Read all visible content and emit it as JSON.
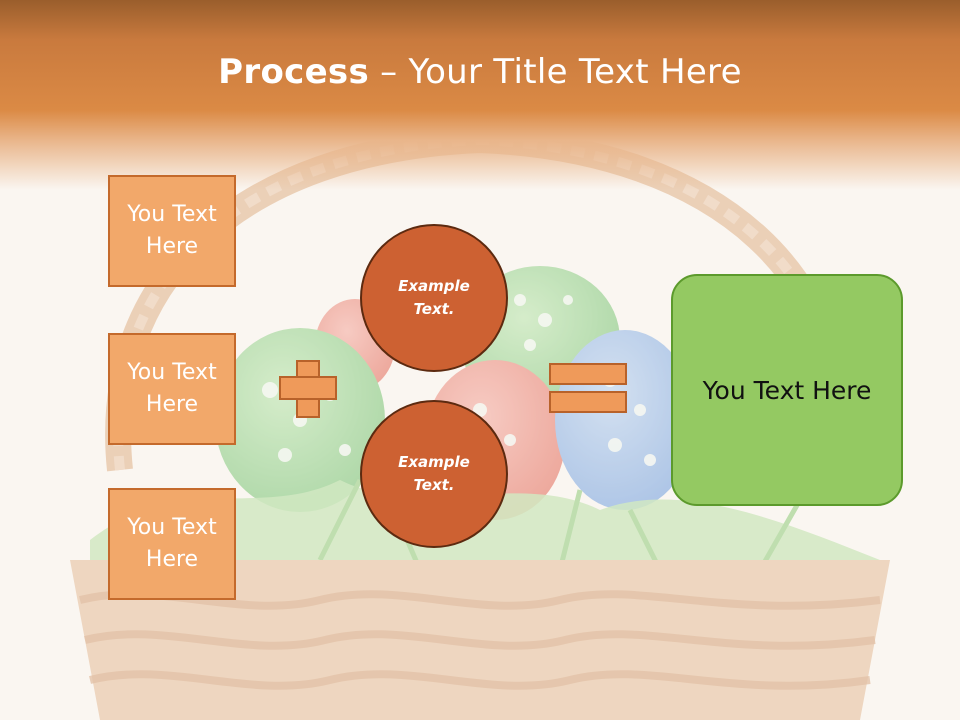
{
  "title": {
    "bold": "Process",
    "dash": " – ",
    "rest": "Your Title Text Here"
  },
  "left_boxes": [
    "You Text Here",
    "You Text Here",
    "You Text Here"
  ],
  "circles": [
    "Example Text.",
    "Example Text."
  ],
  "result": "You Text Here",
  "colors": {
    "header": "#db8a45",
    "box": "#f2a86a",
    "circle": "#cd6132",
    "result": "#94c962"
  }
}
